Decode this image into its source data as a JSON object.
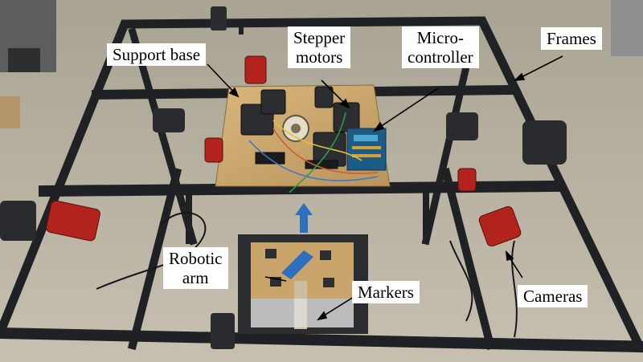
{
  "labels": {
    "support_base": "Support base",
    "stepper_motors": [
      "Stepper",
      "motors"
    ],
    "microcontroller": [
      "Micro-",
      "controller"
    ],
    "frames": "Frames",
    "robotic_arm": [
      "Robotic",
      "arm"
    ],
    "markers": "Markers",
    "cameras": "Cameras"
  },
  "colors": {
    "floor": "#b9b2a3",
    "frame": "#1f2125",
    "board": "#c9a46b",
    "camera": "#b3231d",
    "arrow": "#2f6fbf",
    "label_bg": "#ffffff"
  }
}
